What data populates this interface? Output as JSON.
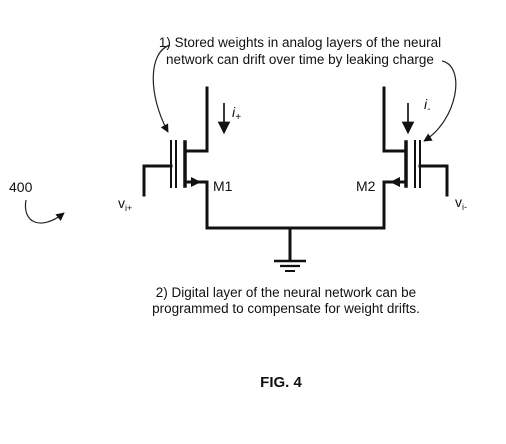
{
  "annotations": {
    "top_line1": "1) Stored weights in analog layers of the neural",
    "top_line2": "network can drift over time by leaking charge",
    "bottom_line1": "2) Digital layer of the neural network can be",
    "bottom_line2": "programmed to compensate for weight drifts."
  },
  "reference_numeral": "400",
  "labels": {
    "m1": "M1",
    "m2": "M2",
    "current_plus_base": "i",
    "current_plus_sub": "+",
    "current_minus_base": "i",
    "current_minus_sub": "-",
    "vin_plus_base": "v",
    "vin_plus_sub": "i+",
    "vin_minus_base": "v",
    "vin_minus_sub": "i-"
  },
  "caption": "FIG. 4"
}
